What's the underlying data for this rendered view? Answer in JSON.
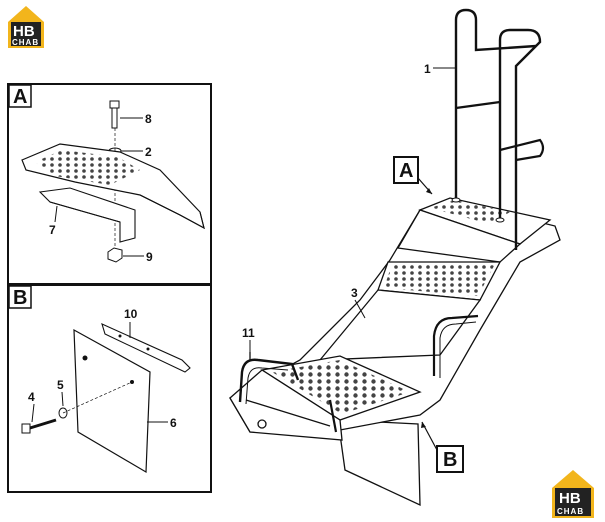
{
  "logo": {
    "main": "HB",
    "sub": "CHAB",
    "color": "#f2b51c"
  },
  "detail_a": {
    "label": "A",
    "parts": {
      "p8": "8",
      "p2": "2",
      "p7": "7",
      "p9": "9"
    }
  },
  "detail_b": {
    "label": "B",
    "parts": {
      "p10": "10",
      "p5": "5",
      "p4": "4",
      "p6": "6"
    }
  },
  "main_view": {
    "callout_a": "A",
    "callout_b": "B",
    "parts": {
      "p1": "1",
      "p3": "3",
      "p11": "11"
    }
  }
}
